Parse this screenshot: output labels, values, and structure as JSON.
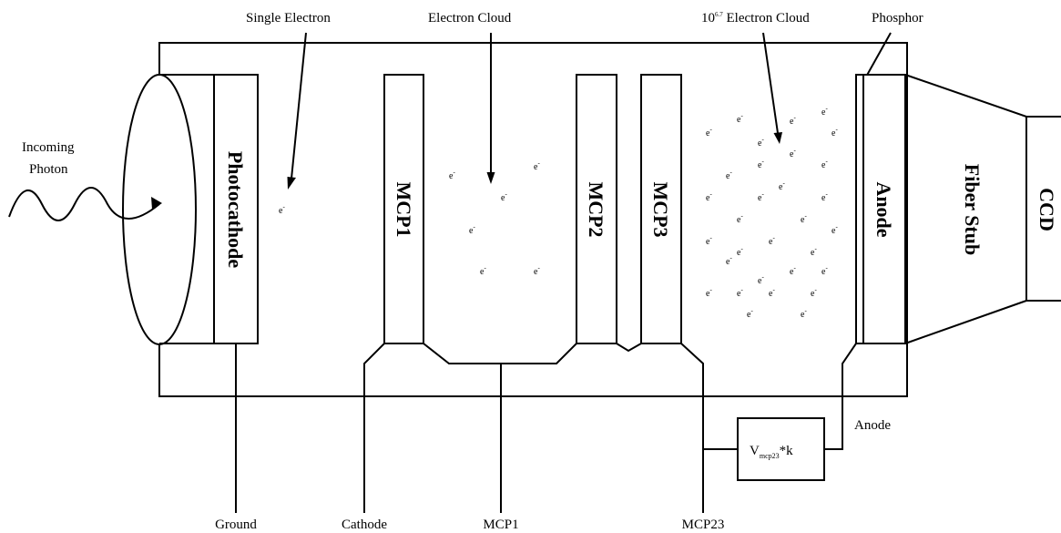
{
  "labels": {
    "single_electron": "Single Electron",
    "electron_cloud": "Electron Cloud",
    "big_cloud_base": "10",
    "big_cloud_exp": "6.7",
    "big_cloud_rest": " Electron Cloud",
    "phosphor": "Phosphor",
    "incoming_line1": "Incoming",
    "incoming_line2": "Photon",
    "anode_side": "Anode"
  },
  "components": {
    "photocathode": "Photocathode",
    "mcp1": "MCP1",
    "mcp2": "MCP2",
    "mcp3": "MCP3",
    "anode": "Anode",
    "fiber_stub": "Fiber Stub",
    "ccd": "CCD"
  },
  "voltage_box": {
    "prefix": "V",
    "sub": "mcp23",
    "suffix": "*k"
  },
  "terminals": {
    "ground": "Ground",
    "cathode": "Cathode",
    "mcp1": "MCP1",
    "mcp23": "MCP23"
  },
  "electron": {
    "symbol": "e",
    "charge": "-"
  }
}
